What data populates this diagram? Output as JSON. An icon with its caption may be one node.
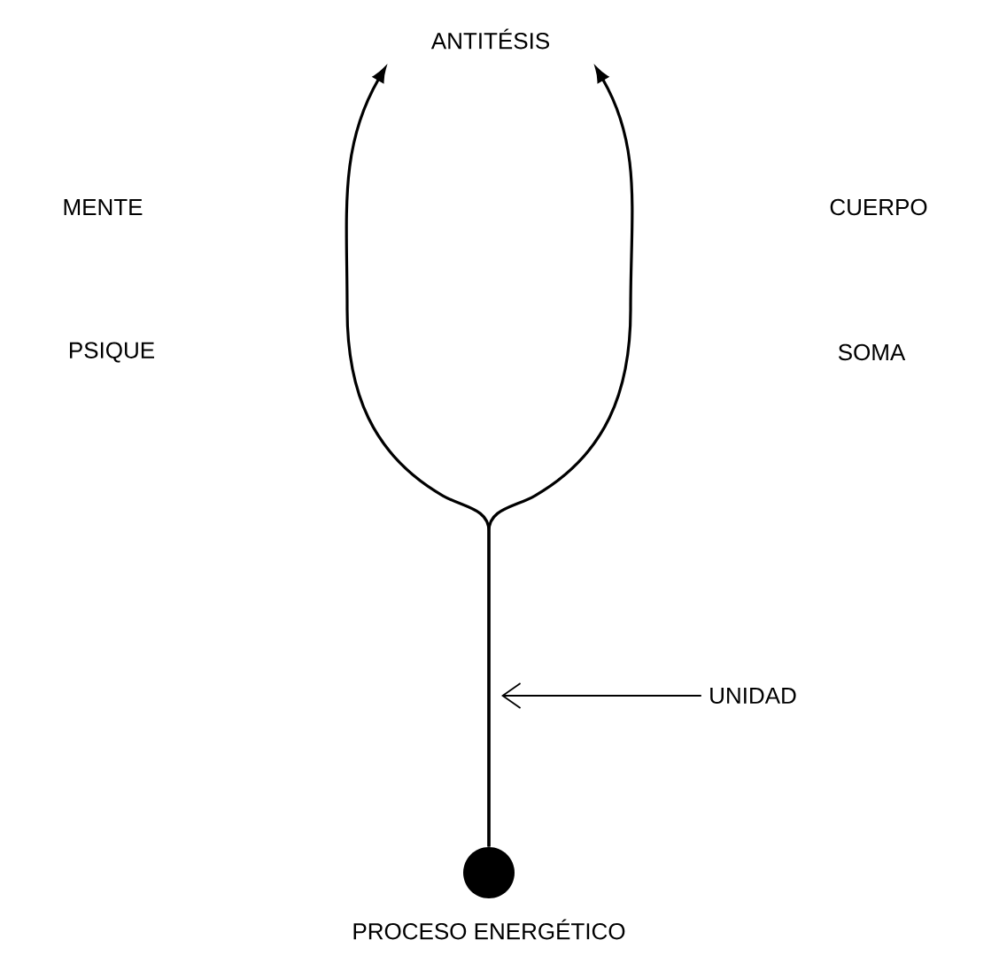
{
  "diagram": {
    "nodes": [
      {
        "text": [
          "ANTITÉSIS"
        ]
      },
      {
        "text": [],
        "shape": "circle",
        "beside": [
          "PROCESO ENERGÉTICO"
        ]
      },
      {
        "text": [
          "UNIDAD"
        ]
      }
    ],
    "edges": [
      {
        "from": 1,
        "to": 0,
        "arrow": "to"
      },
      {
        "from": 1,
        "to": 0,
        "arrow": "to"
      },
      {
        "from": 2,
        "to": null,
        "arrow": "to"
      }
    ],
    "labels": [
      "MENTE",
      "PSIQUE",
      "CUERPO",
      "SOMA"
    ]
  }
}
